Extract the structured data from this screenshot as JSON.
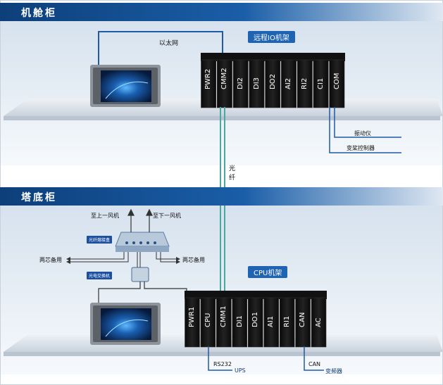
{
  "sections": {
    "top_title": "机舱柜",
    "bottom_title": "塔底柜"
  },
  "top_rack": {
    "title": "远程IO机架",
    "modules": [
      "PWR2",
      "CMM2",
      "DI2",
      "DI3",
      "DO2",
      "AI2",
      "RI2",
      "CI1",
      "COM"
    ]
  },
  "bottom_rack": {
    "title": "CPU机架",
    "modules": [
      "PWR1",
      "CPU",
      "CMM1",
      "DI1",
      "DO1",
      "AI1",
      "RI1",
      "CAN",
      "AC"
    ]
  },
  "labels": {
    "ethernet": "以太网",
    "fiber": "光\n纤",
    "vibration": "振动仪",
    "pitch_controller": "变桨控制器",
    "to_upper_fan": "至上一风机",
    "to_lower_fan": "至下一风机",
    "fiber_box": "光纤熔接盒",
    "spare_left": "两芯备用",
    "spare_right": "两芯备用",
    "media_converter": "光电交换机",
    "rs232": "RS232",
    "ups": "UPS",
    "can": "CAN",
    "inverter": "变频器"
  },
  "colors": {
    "accent": "#1f63b3",
    "cable": "#1e5aa8",
    "fiber": "#4aa8a0",
    "section_dark": "#0d3f7a"
  }
}
